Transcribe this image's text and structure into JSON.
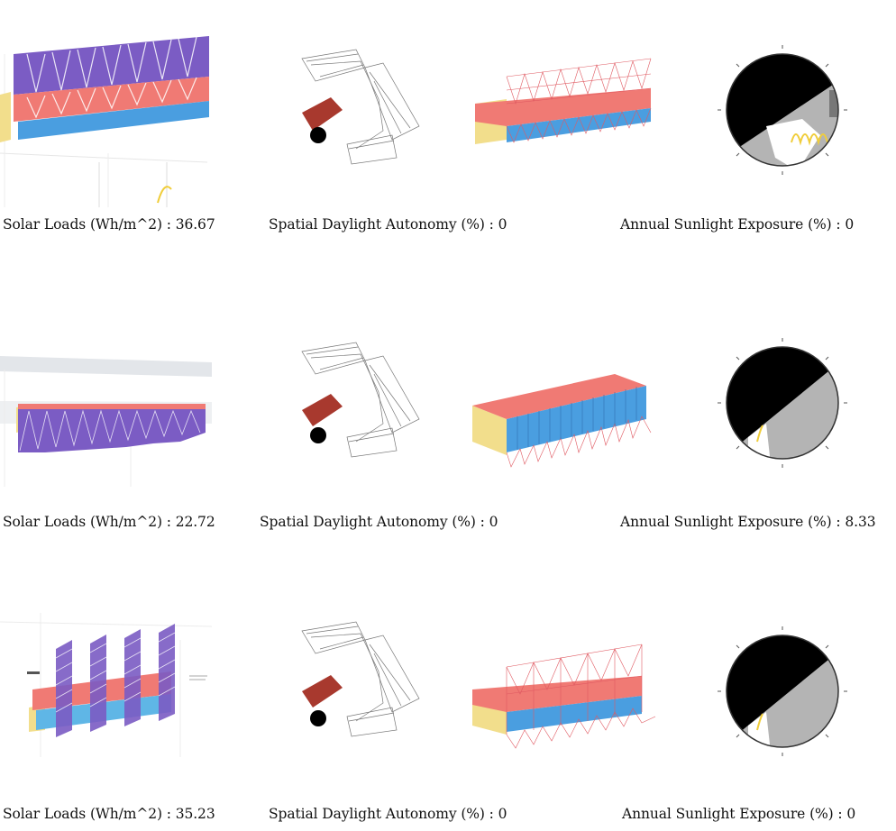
{
  "rows": [
    {
      "solar": "Solar Loads (Wh/m^2) : 36.67",
      "sda": "Spatial Daylight Autonomy (%) : 0",
      "ase": "Annual Sunlight Exposure (%) : 0"
    },
    {
      "solar": "Solar Loads (Wh/m^2) : 22.72",
      "sda": "Spatial Daylight Autonomy (%) : 0",
      "ase": "Annual Sunlight Exposure (%) : 8.33"
    },
    {
      "solar": "Solar Loads (Wh/m^2) : 35.23",
      "sda": "Spatial Daylight Autonomy (%) : 0",
      "ase": "Annual Sunlight Exposure (%) : 0"
    }
  ],
  "colors": {
    "shade_purple": "#7b5cc4",
    "slab_red": "#f07a74",
    "glass_blue": "#4a9ee0",
    "wall_yellow": "#f2de8c",
    "plan_red": "#a8392e",
    "sky_black": "#000000",
    "ground_gray": "#b4b4b4",
    "sun_path_yellow": "#f0cd3a"
  }
}
